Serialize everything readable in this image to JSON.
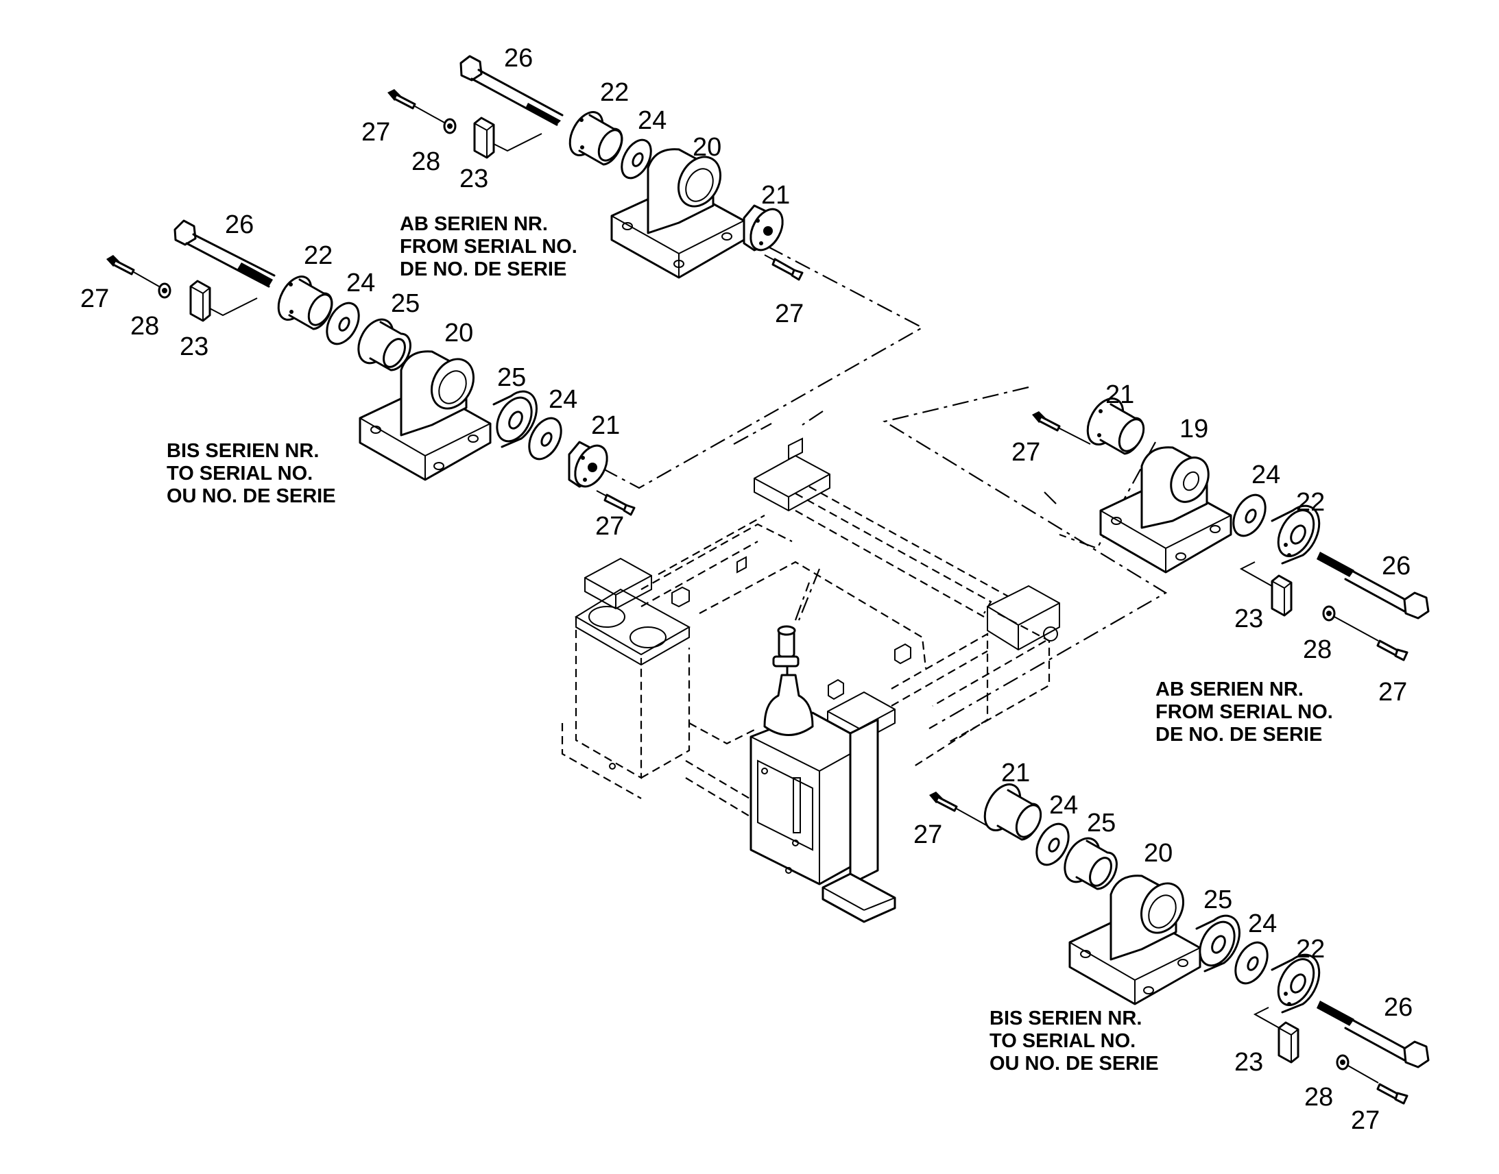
{
  "notes": {
    "top_left_ab": [
      "AB SERIEN NR.",
      "FROM SERIAL NO.",
      "DE NO. DE SERIE"
    ],
    "left_bis": [
      "BIS SERIEN NR.",
      "TO SERIAL NO.",
      "OU NO. DE SERIE"
    ],
    "right_ab": [
      "AB SERIEN NR.",
      "FROM SERIAL NO.",
      "DE NO. DE SERIE"
    ],
    "bottom_bis": [
      "BIS SERIEN NR.",
      "TO SERIAL NO.",
      "OU NO. DE SERIE"
    ]
  },
  "callouts": {
    "a": {
      "n26": "26",
      "n22": "22",
      "n24": "24",
      "n20": "20",
      "n21": "21",
      "n27a": "27",
      "n28": "28",
      "n23": "23",
      "n27b": "27"
    },
    "b": {
      "n26": "26",
      "n22": "22",
      "n24a": "24",
      "n25a": "25",
      "n20": "20",
      "n25b": "25",
      "n24b": "24",
      "n21": "21",
      "n27a": "27",
      "n28": "28",
      "n23": "23",
      "n27b": "27"
    },
    "c": {
      "n21": "21",
      "n19": "19",
      "n27a": "27",
      "n24": "24",
      "n22": "22",
      "n26": "26",
      "n23": "23",
      "n28": "28",
      "n27b": "27"
    },
    "d": {
      "n21": "21",
      "n24a": "24",
      "n25a": "25",
      "n20": "20",
      "n27a": "27",
      "n25b": "25",
      "n24b": "24",
      "n22": "22",
      "n26": "26",
      "n23": "23",
      "n28": "28",
      "n27b": "27"
    }
  }
}
